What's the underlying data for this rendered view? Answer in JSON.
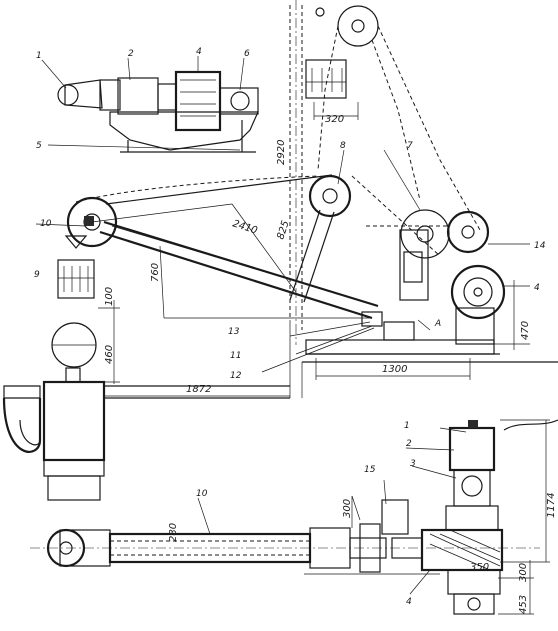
{
  "labels": {
    "l1a": "1",
    "l2a": "2",
    "l4a": "4",
    "l6": "6",
    "l5": "5",
    "l8": "8",
    "l7": "7",
    "l10a": "10",
    "l9": "9",
    "l14": "14",
    "l4b": "4",
    "l13": "13",
    "l11": "11",
    "l12": "12",
    "lA": "A",
    "l1b": "1",
    "l2b": "2",
    "l3": "3",
    "l15": "15",
    "l10b": "10",
    "l4c": "4"
  },
  "dimensions": {
    "d320": "320",
    "d2920": "2920",
    "d825": "825",
    "d2410": "2410",
    "d760": "760",
    "d100": "100",
    "d460": "460",
    "d470": "470",
    "d1300": "1300",
    "d1872": "1872",
    "d1174": "1174",
    "d300a": "300",
    "d280": "280",
    "d350": "350",
    "d300b": "300",
    "d453": "453"
  }
}
